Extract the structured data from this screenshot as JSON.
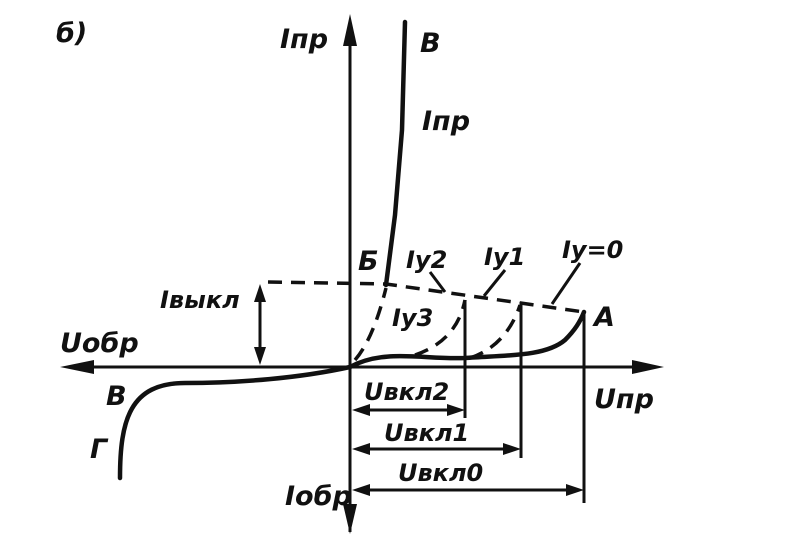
{
  "figure": {
    "panel_label": "б)",
    "axes": {
      "y_pos": "Iпр",
      "y_neg": "Iобр",
      "x_neg": "Uобр",
      "x_pos": "Uпр"
    },
    "points": {
      "A": "А",
      "B": "Б",
      "V_top": "В",
      "V_left": "В",
      "G": "Г"
    },
    "curve_labels": {
      "forward_current": "Iпр",
      "iy2": "Iу2",
      "iy1": "Iу1",
      "iy0": "Iу=0",
      "iy3": "Iу3"
    },
    "dimensions": {
      "i_off": "Iвыкл",
      "u_on2": "Uвкл2",
      "u_on1": "Uвкл1",
      "u_on0": "Uвкл0"
    }
  }
}
